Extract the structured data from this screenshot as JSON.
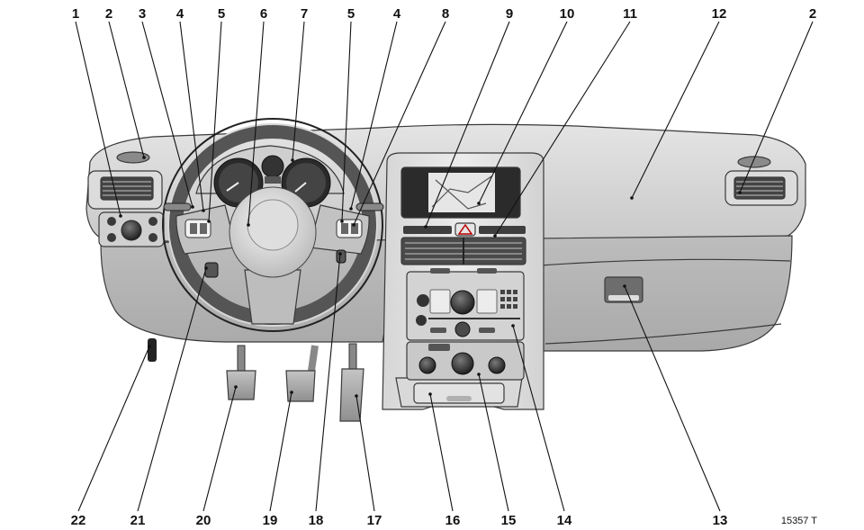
{
  "reference_code": "15357 T",
  "callouts_top": [
    "1",
    "2",
    "3",
    "4",
    "5",
    "6",
    "7",
    "5",
    "4",
    "8",
    "9",
    "10",
    "11",
    "12",
    "2"
  ],
  "callouts_bottom": [
    "22",
    "21",
    "20",
    "19",
    "18",
    "17",
    "16",
    "15",
    "14",
    "13"
  ]
}
